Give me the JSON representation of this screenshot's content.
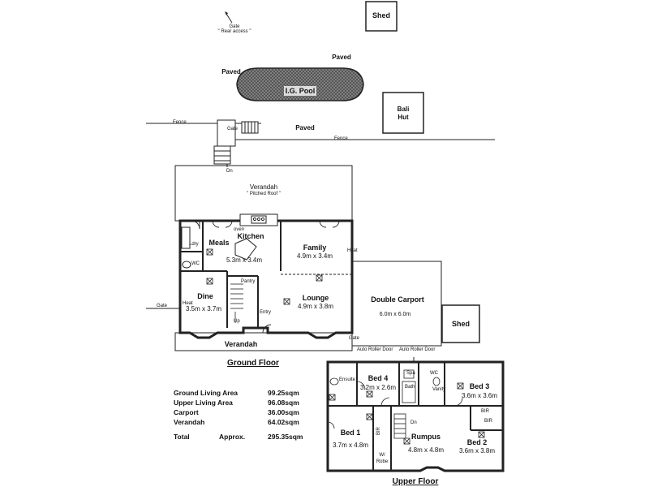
{
  "site": {
    "shed_top": "Shed",
    "gate_rear": "Gate",
    "rear_access": "\" Rear access \"",
    "paved_1": "Paved",
    "paved_2": "Paved",
    "paved_3": "Paved",
    "pool": "I.G. Pool",
    "bali_hut": [
      "Bali",
      "Hut"
    ],
    "fence_1": "Fence",
    "fence_2": "Fence",
    "gate_steps": "Gate",
    "down": "Dn"
  },
  "ground_floor": {
    "verandah_rear": "Verandah",
    "pitched_roof": "\" Pitched Roof \"",
    "kitchen": "Kitchen",
    "kitchen_size": "5.3m x 3.4m",
    "meals": "Meals",
    "ldry": "Ldry",
    "wc": "WC",
    "family": "Family",
    "family_size": "4.9m x 3.4m",
    "heat": "Heat",
    "pantry": "Pantry",
    "dine": "Dine",
    "dine_size": "3.5m x 3.7m",
    "heat_dine": "Heat",
    "lounge": "Lounge",
    "lounge_size": "4.9m x 3.8m",
    "entry": "Entry",
    "up": "Up",
    "gate_left": "Gate",
    "verandah_front": "Verandah",
    "gate_carport": "Gate",
    "oven": "oven",
    "title": "Ground Floor"
  },
  "carport": {
    "name": "Double Carport",
    "size": "6.0m x 6.0m",
    "door_1": "Auto Roller Door",
    "door_2": "Auto Roller Door",
    "shed": "Shed"
  },
  "upper_floor": {
    "ensuite": "Ensuite",
    "bed4": "Bed 4",
    "bed4_size": "3.2m x 2.6m",
    "spa": "Spa",
    "wc": "WC",
    "bath": "Bath",
    "vanity": "Vanity",
    "bed3": "Bed 3",
    "bed3_size": "3.6m x 3.6m",
    "bir_1": "BIR",
    "bir_2": "BIR",
    "bir_3": "BIR",
    "rumpus": "Rumpus",
    "rumpus_size": "4.8m x 4.8m",
    "dn": "Dn",
    "bed1": "Bed 1",
    "bed1_size": "3.7m x 4.8m",
    "wi_robe": [
      "W/",
      "Robe"
    ],
    "bed2": "Bed 2",
    "bed2_size": "3.6m x 3.8m",
    "title": "Upper Floor"
  },
  "areas": [
    {
      "label": "Ground Living Area",
      "mid": "",
      "value": "99.25sqm"
    },
    {
      "label": "Upper Living Area",
      "mid": "",
      "value": "96.08sqm"
    },
    {
      "label": "Carport",
      "mid": "",
      "value": "36.00sqm"
    },
    {
      "label": "Verandah",
      "mid": "",
      "value": "64.02sqm"
    },
    {
      "label": "Total",
      "mid": "Approx.",
      "value": "295.35sqm"
    }
  ]
}
